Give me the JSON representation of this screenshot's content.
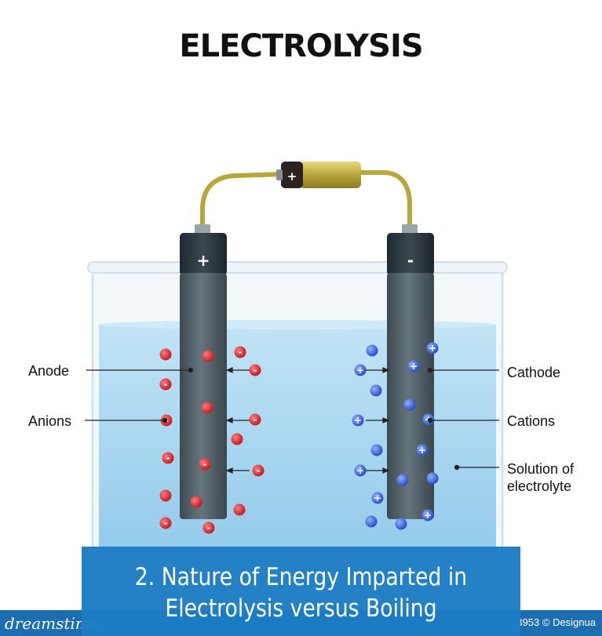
{
  "title": "ELECTROLYSIS",
  "battery": {
    "positive_sign": "+"
  },
  "electrodes": {
    "anode_sign": "+",
    "cathode_sign": "-"
  },
  "labels": {
    "anode": "Anode",
    "anions": "Anions",
    "cathode": "Cathode",
    "cations": "Cations",
    "solution_line1": "Solution of",
    "solution_line2": "electrolyte"
  },
  "ion_signs": {
    "anion": "-",
    "cation": "+"
  },
  "caption": {
    "line1": "2. Nature of Energy Imparted in",
    "line2": "Electrolysis versus Boiling"
  },
  "footer": {
    "logo": "dreamstime.",
    "credit": "3953 © Designua"
  },
  "colors": {
    "anion": "#d9262b",
    "cation": "#2f5fd6",
    "liquid": "#a9d6ef",
    "electrode": "#55636c",
    "caption_bg": "#1b7cc4"
  }
}
